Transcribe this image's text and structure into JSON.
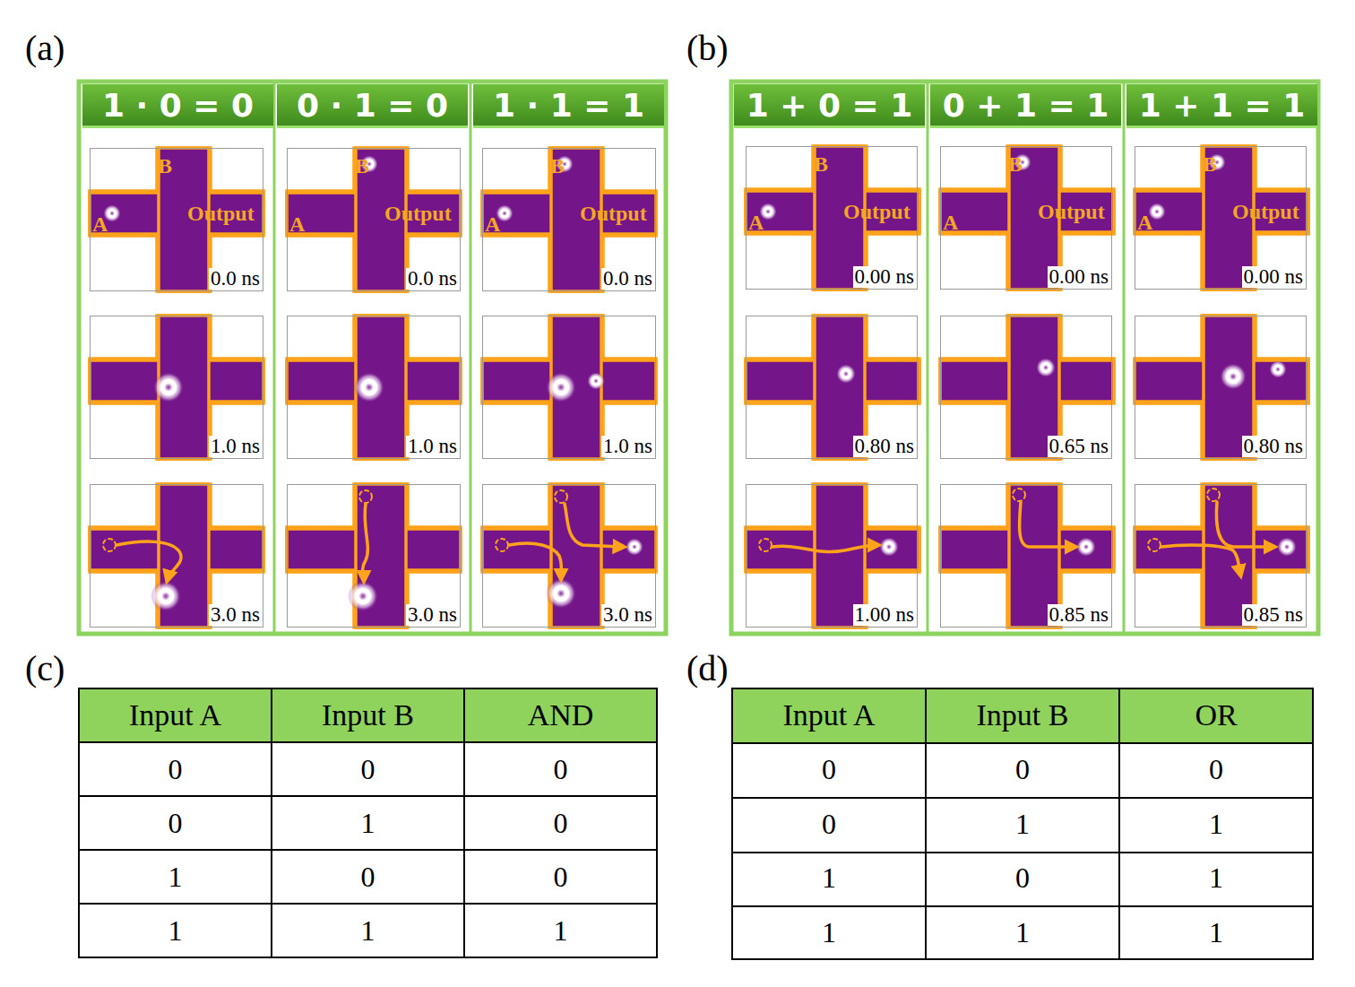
{
  "diagram": {
    "nodes": [
      {
        "text": [
          "1 · 0 = 0"
        ]
      },
      {
        "text": [
          "0 · 1 = 0"
        ]
      },
      {
        "text": [
          "1 · 1 = 1"
        ]
      },
      {
        "text": [
          "1 + 0 = 1"
        ]
      },
      {
        "text": [
          "0 + 1 = 1"
        ]
      },
      {
        "text": [
          "1 + 1 = 1"
        ]
      },
      {
        "text": [
          "B",
          "Output",
          "A",
          "0.0 ns"
        ]
      },
      {
        "text": [
          "B",
          "Output",
          "A",
          "0.0 ns"
        ]
      },
      {
        "text": [
          "B",
          "Output",
          "A",
          "0.0 ns"
        ]
      },
      {
        "text": [
          "1.0 ns"
        ]
      },
      {
        "text": [
          "1.0 ns"
        ]
      },
      {
        "text": [
          "1.0 ns"
        ]
      },
      {
        "text": [
          "3.0 ns"
        ]
      },
      {
        "text": [
          "3.0 ns"
        ]
      },
      {
        "text": [
          "3.0 ns"
        ]
      },
      {
        "text": [
          "B",
          "Output",
          "A",
          "0.00 ns"
        ]
      },
      {
        "text": [
          "B",
          "Output",
          "A",
          "0.00 ns"
        ]
      },
      {
        "text": [
          "B",
          "Output",
          "A",
          "0.00 ns"
        ]
      },
      {
        "text": [
          "0.80 ns"
        ]
      },
      {
        "text": [
          "0.65 ns"
        ]
      },
      {
        "text": [
          "0.80 ns"
        ]
      },
      {
        "text": [
          "1.00 ns"
        ]
      },
      {
        "text": [
          "0.85 ns"
        ]
      },
      {
        "text": [
          "0.85 ns"
        ]
      }
    ],
    "labels": [
      "(a)",
      "(b)",
      "(c)",
      "(d)",
      "Input A",
      "Input B",
      "AND",
      "0",
      "0",
      "0",
      "0",
      "1",
      "0",
      "1",
      "0",
      "0",
      "1",
      "1",
      "1",
      "Input A",
      "Input B",
      "OR",
      "0",
      "0",
      "0",
      "0",
      "1",
      "1",
      "1",
      "0",
      "1",
      "1",
      "1",
      "1"
    ]
  }
}
